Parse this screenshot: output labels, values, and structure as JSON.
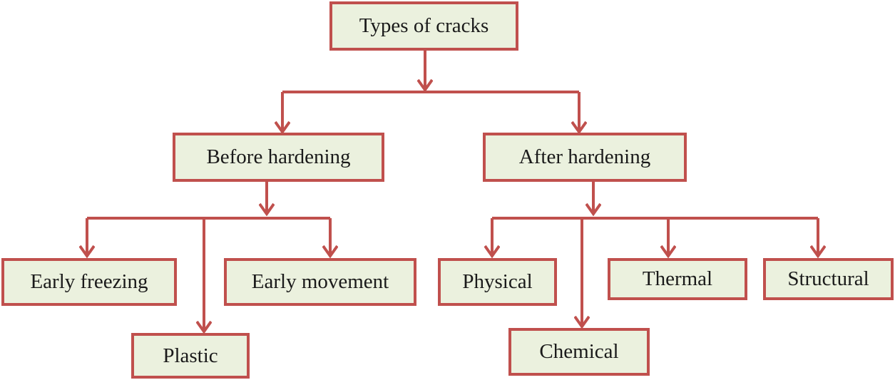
{
  "diagram": {
    "colors": {
      "border": "#c0504d",
      "arrow": "#c0504d",
      "box_fill": "#ebf1de",
      "text": "#1a1a1a"
    },
    "root": {
      "label": "Types of cracks"
    },
    "before": {
      "label": "Before hardening",
      "children": [
        "Early freezing",
        "Plastic",
        "Early movement"
      ]
    },
    "after": {
      "label": "After hardening",
      "children": [
        "Physical",
        "Chemical",
        "Thermal",
        "Structural"
      ]
    }
  }
}
